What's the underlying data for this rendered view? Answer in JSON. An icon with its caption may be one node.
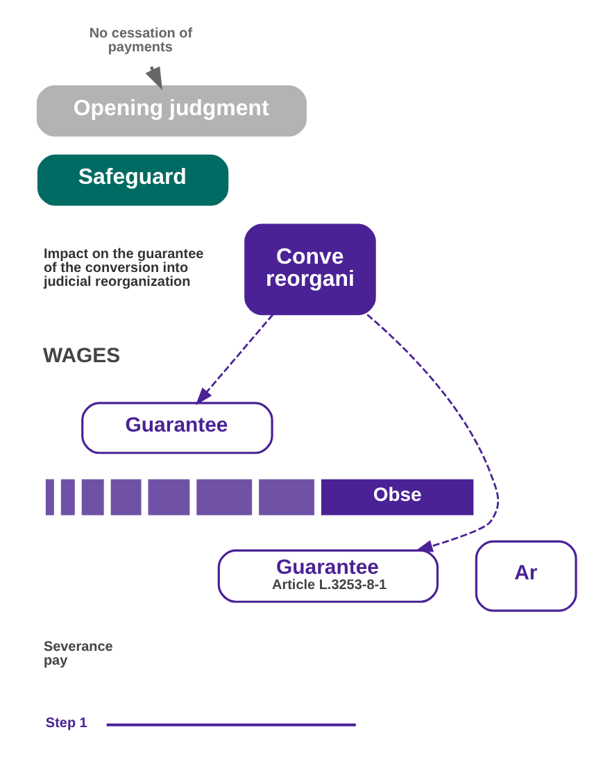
{
  "diagram": {
    "nodes": [
      {
        "text": [
          "No cessation of payments"
        ]
      },
      {
        "text": [
          "Opening judgment"
        ]
      },
      {
        "text": [
          "Safeguard"
        ]
      },
      {
        "text": [
          "Conve reorgani"
        ]
      },
      {
        "text": [
          "Guarantee"
        ]
      },
      {
        "text": [
          "Obse"
        ]
      },
      {
        "text": [
          "Guarantee",
          "Article L.3253-8-1"
        ]
      },
      {
        "text": [
          "Ar"
        ]
      }
    ],
    "edges": [
      {
        "from": 0,
        "to": 1,
        "arrow": "to",
        "color": "#666666"
      },
      {
        "from": 3,
        "to": 4,
        "arrow": "to",
        "style": "dashed"
      },
      {
        "from": 3,
        "to": 6,
        "arrow": "to",
        "style": "dashed"
      }
    ],
    "labels": [
      "Impact on the guarantee of the conversion into judicial reorganization",
      "WAGES",
      "Severance pay",
      "Step 1"
    ]
  }
}
